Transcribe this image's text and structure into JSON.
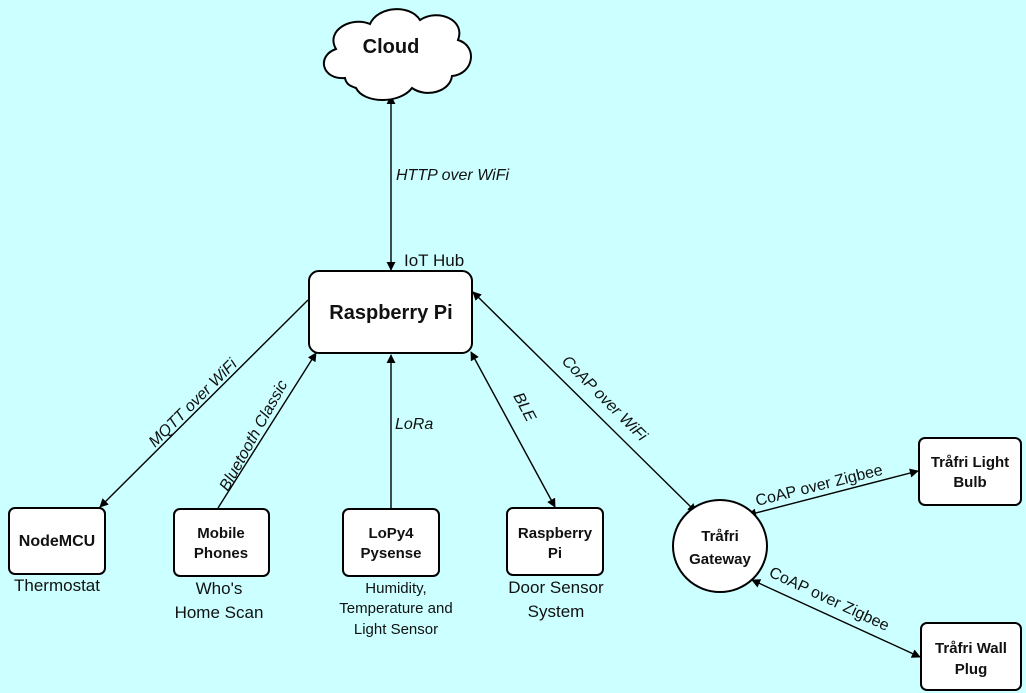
{
  "colors": {
    "background": "#ccffff",
    "node_fill": "#ffffff",
    "stroke": "#000000"
  },
  "nodes": {
    "cloud": "Cloud",
    "raspberry_pi_hub": "Raspberry Pi",
    "hub_caption": "IoT Hub",
    "nodemcu": "NodeMCU",
    "nodemcu_caption": "Thermostat",
    "mobile_line1": "Mobile",
    "mobile_line2": "Phones",
    "mobile_caption_line1": "Who's",
    "mobile_caption_line2": "Home Scan",
    "lopy_line1": "LoPy4",
    "lopy_line2": "Pysense",
    "lopy_caption_line1": "Humidity,",
    "lopy_caption_line2": "Temperature and",
    "lopy_caption_line3": "Light Sensor",
    "rpi_door_line1": "Raspberry",
    "rpi_door_line2": "Pi",
    "rpi_door_caption_line1": "Door Sensor",
    "rpi_door_caption_line2": "System",
    "gateway_line1": "Tråfri",
    "gateway_line2": "Gateway",
    "bulb_line1": "Tråfri Light",
    "bulb_line2": "Bulb",
    "plug_line1": "Tråfri Wall",
    "plug_line2": "Plug"
  },
  "edges": {
    "cloud_hub": "HTTP over WiFi",
    "hub_nodemcu": "MQTT over WiFi",
    "mobile_hub": "Bluetooth Classic",
    "lopy_hub": "LoRa",
    "hub_rpi_door": "BLE",
    "hub_gateway": "CoAP over WiFi",
    "gateway_bulb": "CoAP over Zigbee",
    "gateway_plug": "CoAP over Zigbee"
  }
}
